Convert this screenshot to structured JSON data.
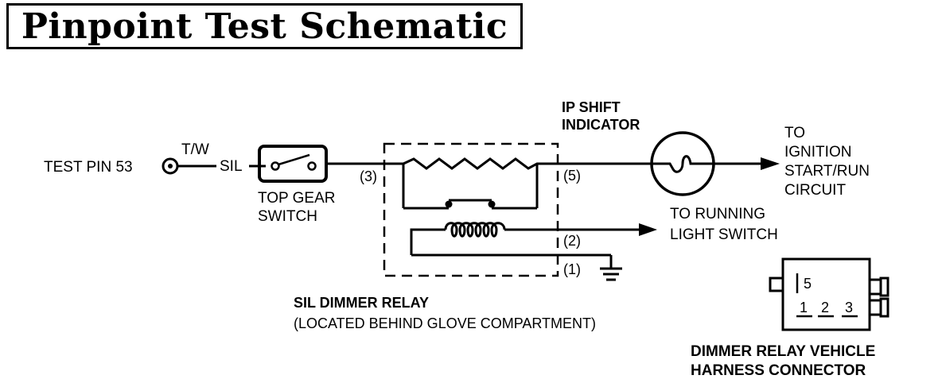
{
  "title": "Pinpoint Test Schematic",
  "labels": {
    "test_pin": "TEST PIN 53",
    "wire_color": "T/W",
    "circuit": "SIL",
    "top_gear_switch": [
      "TOP GEAR",
      "SWITCH"
    ],
    "pin_3": "(3)",
    "pin_5": "(5)",
    "pin_2": "(2)",
    "pin_1": "(1)",
    "ip_shift_indicator": [
      "IP SHIFT",
      "INDICATOR"
    ],
    "to_ignition": [
      "TO",
      "IGNITION",
      "START/RUN",
      "CIRCUIT"
    ],
    "to_running_light": [
      "TO RUNNING",
      "LIGHT SWITCH"
    ],
    "relay_name": "SIL DIMMER RELAY",
    "relay_location": "(LOCATED BEHIND GLOVE COMPARTMENT)",
    "connector_pins": [
      "5",
      "1",
      "2",
      "3"
    ],
    "connector_name": [
      "DIMMER RELAY VEHICLE",
      "HARNESS CONNECTOR"
    ]
  }
}
